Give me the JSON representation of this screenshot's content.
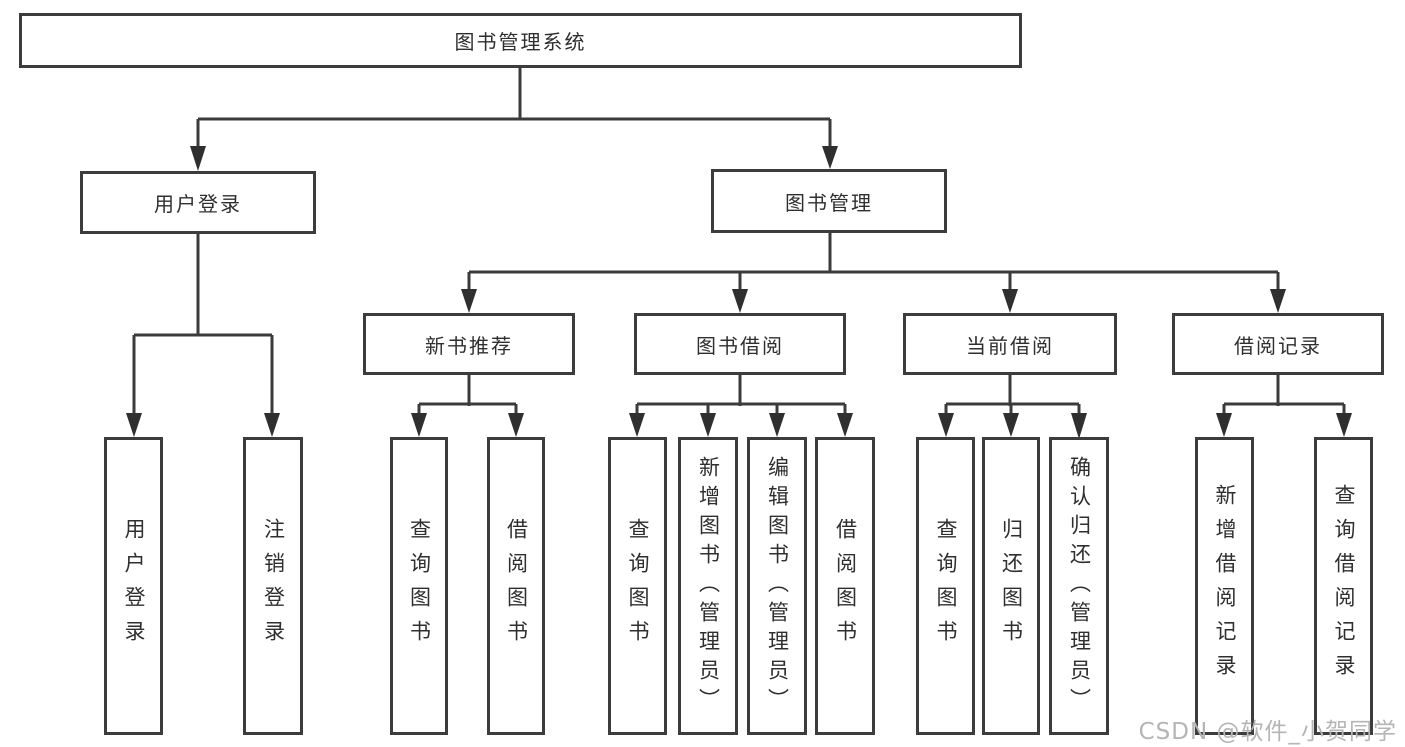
{
  "tree": {
    "root": "图书管理系统",
    "branches": [
      {
        "label": "用户登录",
        "children": [
          "用户登录",
          "注销登录"
        ]
      },
      {
        "label": "图书管理",
        "children": [
          {
            "label": "新书推荐",
            "children": [
              "查询图书",
              "借阅图书"
            ]
          },
          {
            "label": "图书借阅",
            "children": [
              "查询图书",
              "新增图书（管理员）",
              "编辑图书（管理员）",
              "借阅图书"
            ]
          },
          {
            "label": "当前借阅",
            "children": [
              "查询图书",
              "归还图书",
              "确认归还（管理员）"
            ]
          },
          {
            "label": "借阅记录",
            "children": [
              "新增借阅记录",
              "查询借阅记录"
            ]
          }
        ]
      }
    ]
  },
  "watermark": "CSDN @软件_小贺同学",
  "colors": {
    "box_border": "#3c3c3c",
    "box_text": "#2f2f2f",
    "connector": "#3b3b3b",
    "watermark": "#b5b5b5",
    "background": "#ffffff"
  }
}
